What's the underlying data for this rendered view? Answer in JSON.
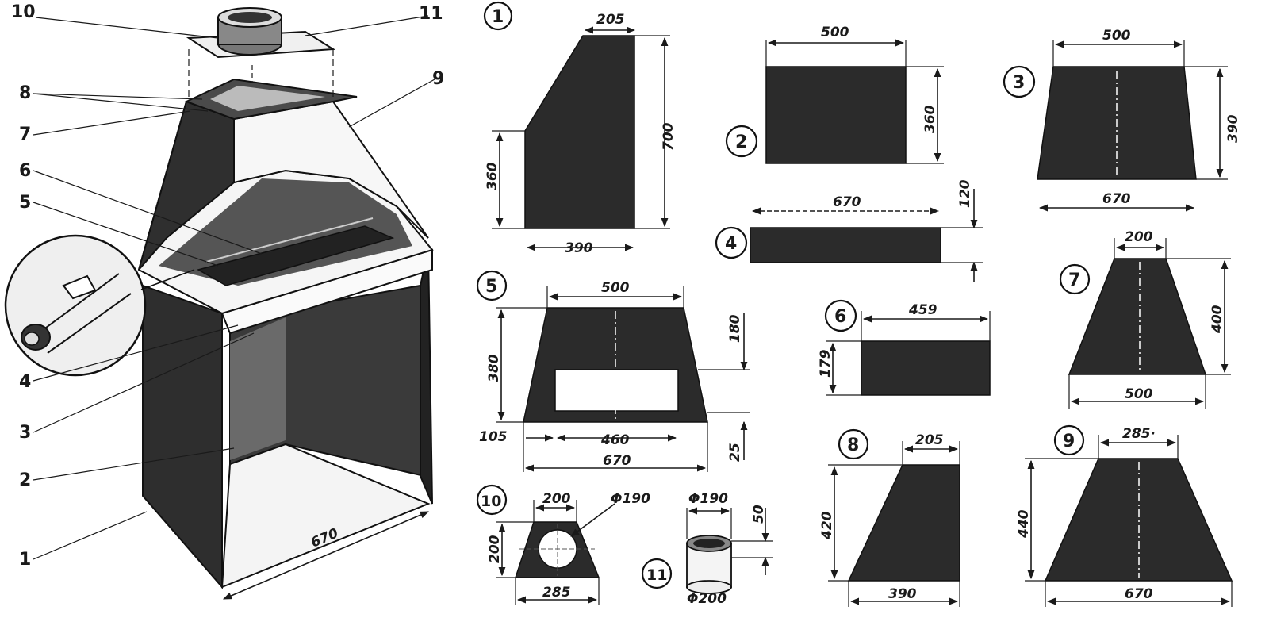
{
  "assembly": {
    "callouts": [
      "1",
      "2",
      "3",
      "4",
      "5",
      "6",
      "7",
      "8",
      "9",
      "10",
      "11"
    ],
    "width_dim": "670"
  },
  "parts": [
    {
      "id": "1",
      "dims": [
        "205",
        "700",
        "360",
        "390"
      ]
    },
    {
      "id": "2",
      "dims": [
        "500",
        "360"
      ]
    },
    {
      "id": "3",
      "dims": [
        "500",
        "390",
        "670"
      ]
    },
    {
      "id": "4",
      "dims": [
        "670",
        "120"
      ]
    },
    {
      "id": "5",
      "dims": [
        "500",
        "380",
        "180",
        "105",
        "460",
        "25",
        "670"
      ]
    },
    {
      "id": "6",
      "dims": [
        "459",
        "179"
      ]
    },
    {
      "id": "7",
      "dims": [
        "200",
        "400",
        "500"
      ]
    },
    {
      "id": "8",
      "dims": [
        "205",
        "420",
        "390"
      ]
    },
    {
      "id": "9",
      "dims": [
        "285·",
        "440",
        "670"
      ]
    },
    {
      "id": "10",
      "dims": [
        "200",
        "Φ190",
        "200",
        "285"
      ]
    },
    {
      "id": "11",
      "dims": [
        "Φ190",
        "50",
        "Φ200"
      ]
    }
  ]
}
